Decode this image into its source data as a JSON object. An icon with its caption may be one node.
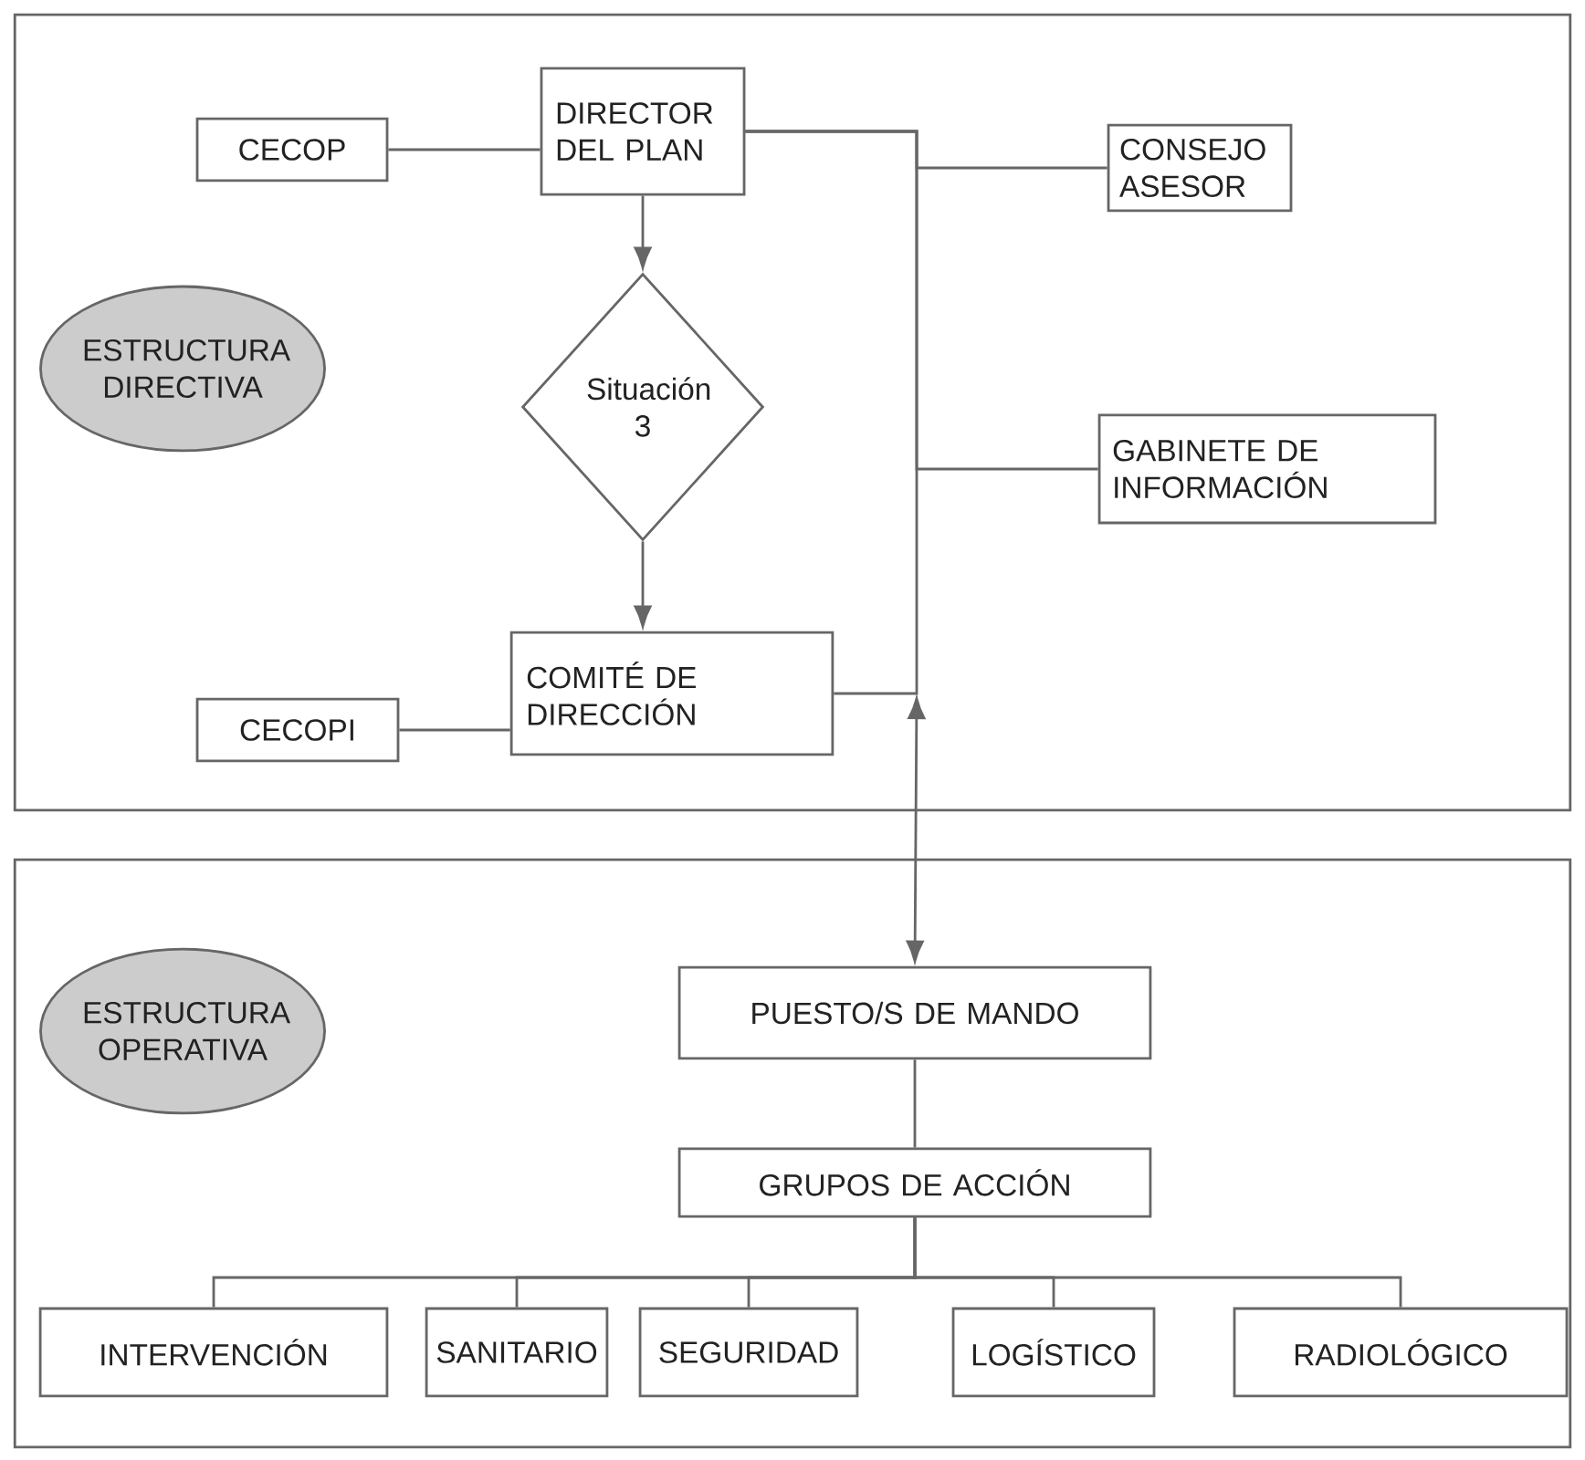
{
  "diagram": {
    "nodes": [
      {
        "text": [],
        "shape": "box"
      },
      {
        "text": [
          "ESTRUCTURA DIRECTIVA"
        ],
        "in": 0
      },
      {
        "text": [
          "CECOP"
        ],
        "in": 0
      },
      {
        "text": [
          "DIRECTOR DEL PLAN"
        ],
        "in": 0
      },
      {
        "text": [
          "CONSEJO ASESOR"
        ],
        "in": 0
      },
      {
        "text": [
          "Situación 3"
        ],
        "in": 0
      },
      {
        "text": [
          "GABINETE DE INFORMACIÓN"
        ],
        "in": 0
      },
      {
        "text": [
          "CECOPI"
        ],
        "in": 0
      },
      {
        "text": [
          "COMITÉ DE DIRECCIÓN"
        ],
        "in": 0
      },
      {
        "text": [],
        "shape": "box"
      },
      {
        "text": [
          "ESTRUCTURA OPERATIVA"
        ],
        "in": 9
      },
      {
        "text": [
          "PUESTO/S DE MANDO"
        ],
        "in": 9
      },
      {
        "text": [
          "GRUPOS DE ACCIÓN"
        ],
        "in": 9
      },
      {
        "text": [
          "INTERVENCIÓN"
        ],
        "in": 9
      },
      {
        "text": [
          "SANITARIO"
        ],
        "in": 9
      },
      {
        "text": [
          "SEGURIDAD"
        ],
        "in": 9
      },
      {
        "text": [
          "LOGÍSTICO"
        ],
        "in": 9
      },
      {
        "text": [
          "RADIOLÓGICO"
        ],
        "in": 9
      }
    ],
    "edges": [
      {
        "from": 2,
        "to": 3,
        "arrow": "none"
      },
      {
        "from": 3,
        "to": 5,
        "arrow": "to"
      },
      {
        "from": 3,
        "to": 4,
        "arrow": "none"
      },
      {
        "from": 3,
        "to": 6,
        "arrow": "none"
      },
      {
        "from": 8,
        "to": 3,
        "arrow": "none"
      },
      {
        "from": 5,
        "to": 8,
        "arrow": "to"
      },
      {
        "from": 7,
        "to": 8,
        "arrow": "none"
      },
      {
        "from": null,
        "to": 11,
        "arrow": "both"
      },
      {
        "from": 11,
        "to": 12,
        "arrow": "none"
      },
      {
        "from": 12,
        "to": 13,
        "arrow": "none"
      },
      {
        "from": 12,
        "to": 14,
        "arrow": "none"
      },
      {
        "from": 12,
        "to": 15,
        "arrow": "none"
      },
      {
        "from": 12,
        "to": 16,
        "arrow": "none"
      },
      {
        "from": 12,
        "to": 17,
        "arrow": "none"
      }
    ]
  }
}
